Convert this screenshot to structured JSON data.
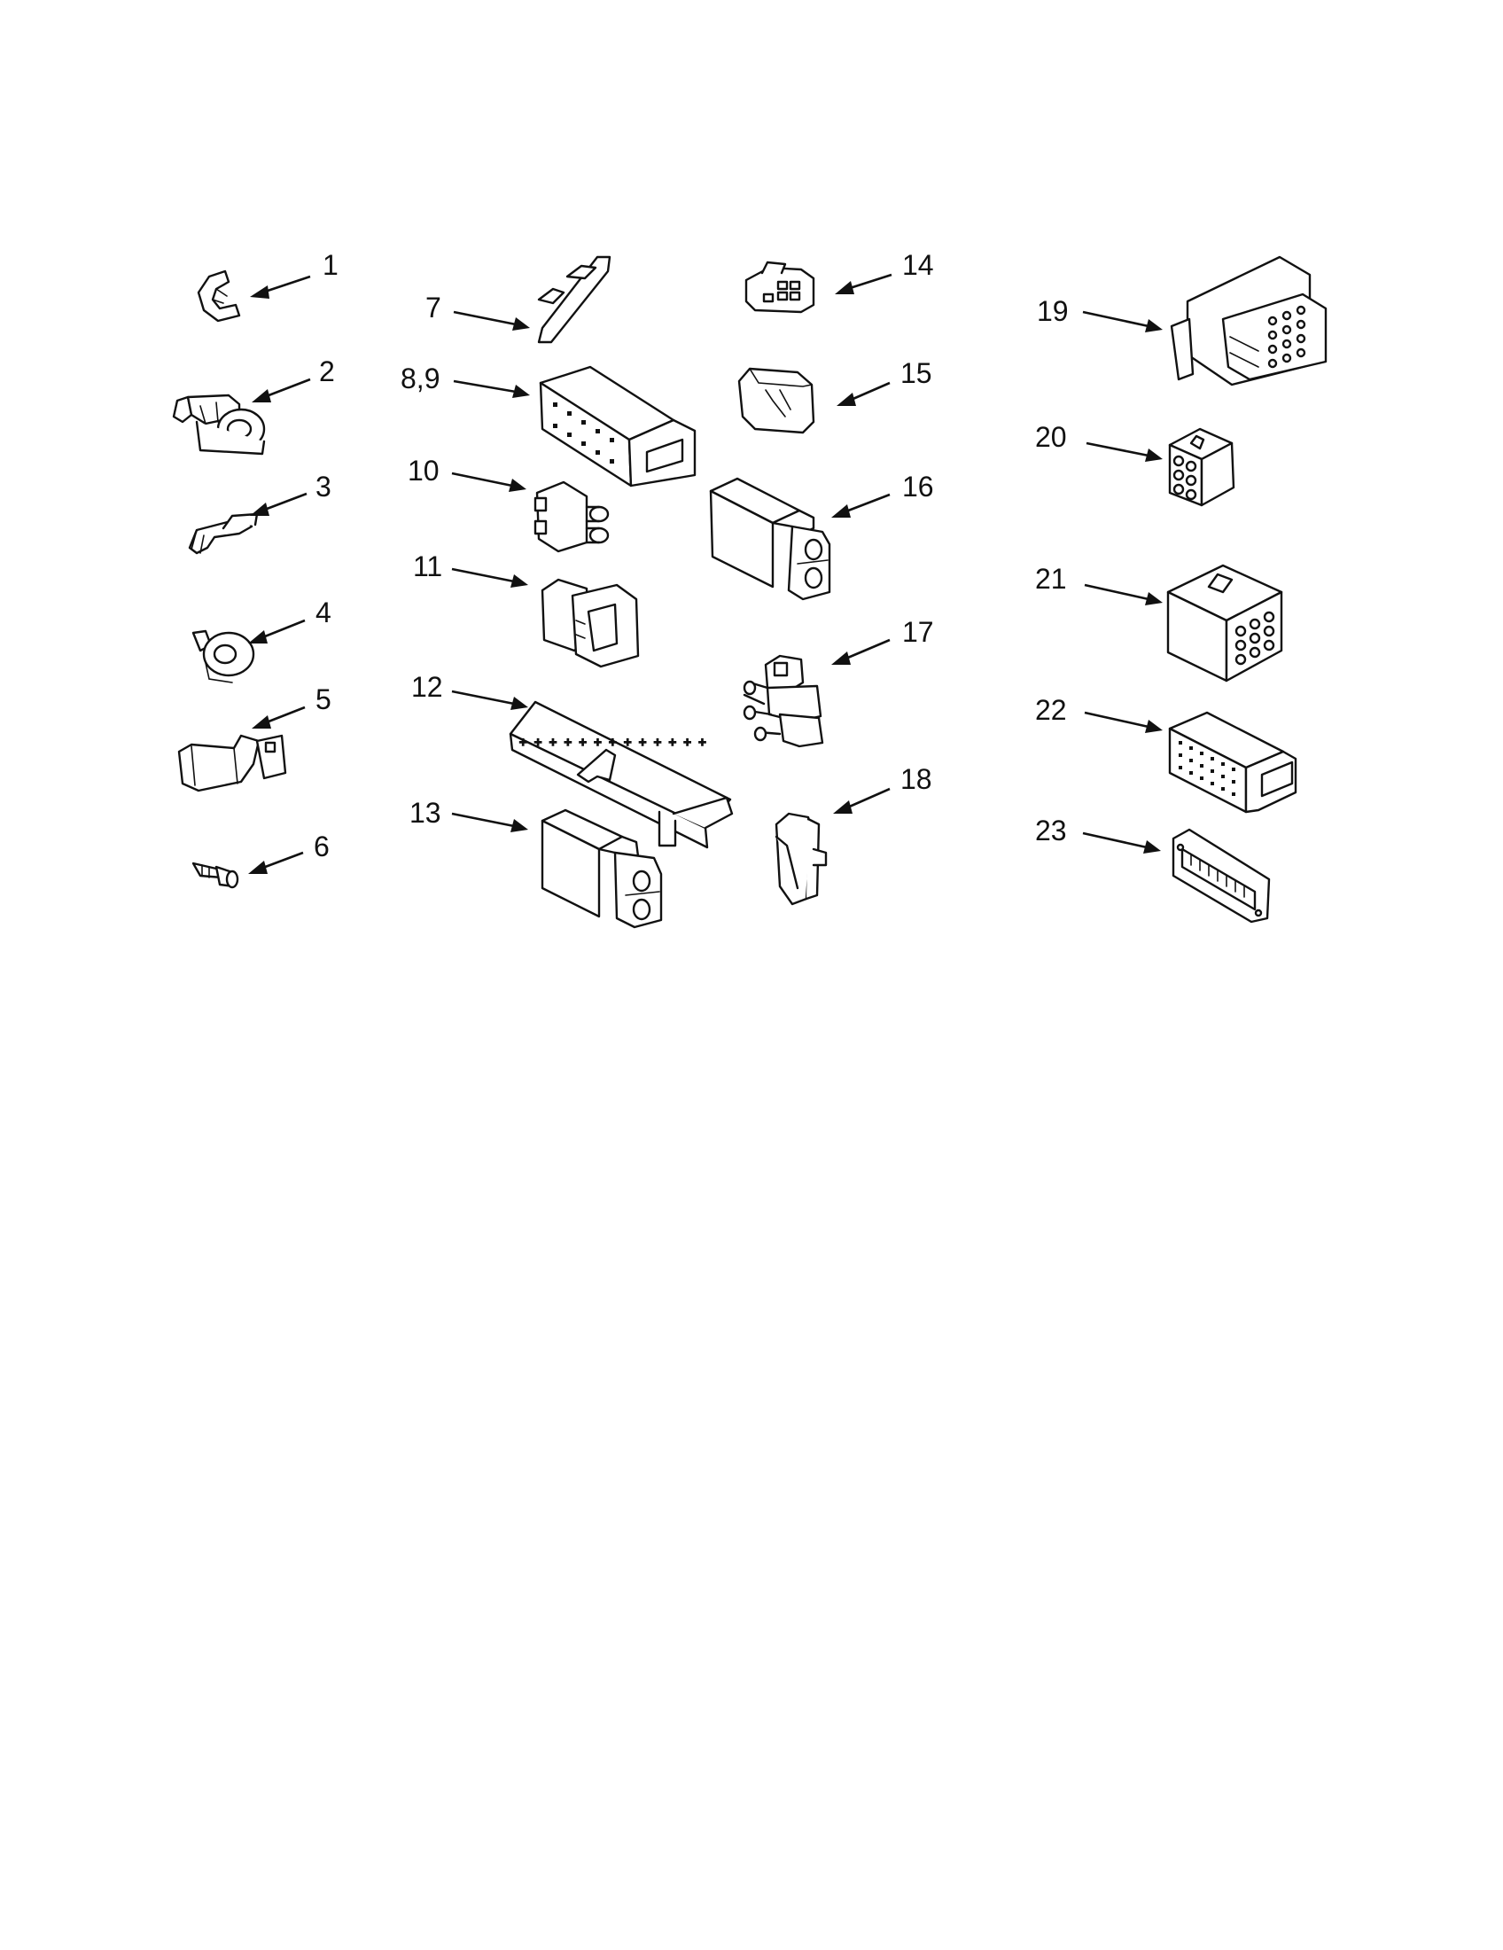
{
  "diagram": {
    "parts": [
      {
        "id": "p1",
        "label": "1",
        "icon": "edge-clip-icon"
      },
      {
        "id": "p2",
        "label": "2",
        "icon": "cable-clamp-icon"
      },
      {
        "id": "p3",
        "label": "3",
        "icon": "wire-clip-icon"
      },
      {
        "id": "p4",
        "label": "4",
        "icon": "ring-clip-icon"
      },
      {
        "id": "p5",
        "label": "5",
        "icon": "harness-clamp-icon"
      },
      {
        "id": "p6",
        "label": "6",
        "icon": "push-rivet-icon"
      },
      {
        "id": "p7",
        "label": "7",
        "icon": "retainer-strip-icon"
      },
      {
        "id": "p8_9",
        "label": "8,9",
        "icon": "multi-pin-connector-icon"
      },
      {
        "id": "p10",
        "label": "10",
        "icon": "terminal-connector-icon"
      },
      {
        "id": "p11",
        "label": "11",
        "icon": "plug-connector-icon"
      },
      {
        "id": "p12",
        "label": "12",
        "icon": "terminal-strip-icon"
      },
      {
        "id": "p13",
        "label": "13",
        "icon": "two-way-housing-icon"
      },
      {
        "id": "p14",
        "label": "14",
        "icon": "six-pin-housing-icon"
      },
      {
        "id": "p15",
        "label": "15",
        "icon": "wire-sleeve-icon"
      },
      {
        "id": "p16",
        "label": "16",
        "icon": "two-way-housing-icon"
      },
      {
        "id": "p17",
        "label": "17",
        "icon": "three-pin-connector-icon"
      },
      {
        "id": "p18",
        "label": "18",
        "icon": "locking-clip-icon"
      },
      {
        "id": "p19",
        "label": "19",
        "icon": "twelve-pin-housing-icon"
      },
      {
        "id": "p20",
        "label": "20",
        "icon": "six-way-housing-icon"
      },
      {
        "id": "p21",
        "label": "21",
        "icon": "twelve-way-housing-icon"
      },
      {
        "id": "p22",
        "label": "22",
        "icon": "multi-row-connector-icon"
      },
      {
        "id": "p23",
        "label": "23",
        "icon": "edge-card-connector-icon"
      }
    ]
  }
}
